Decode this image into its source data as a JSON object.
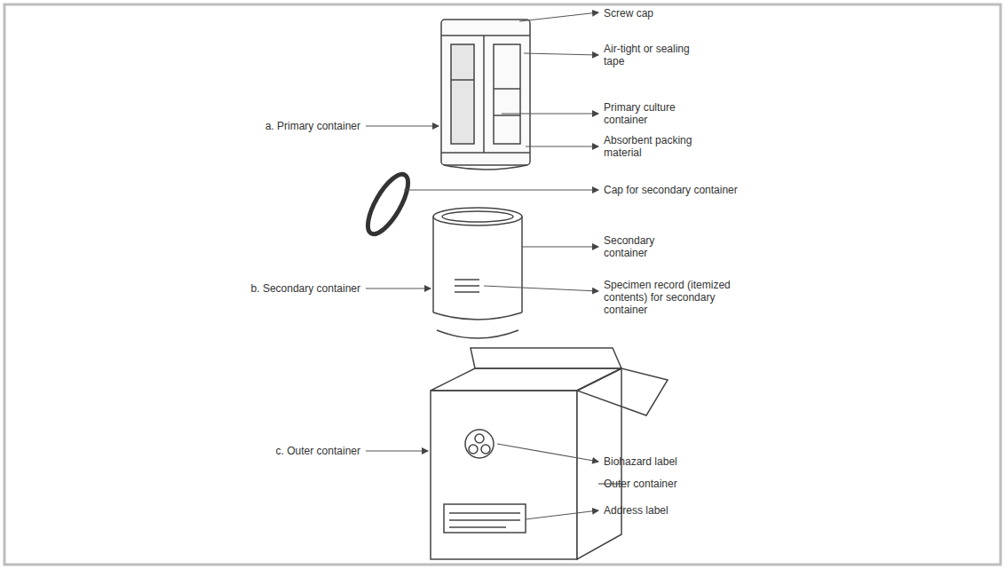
{
  "diagram": {
    "labels": [
      "Screw cap",
      "Air-tight or sealing tape",
      "a. Primary container",
      "Primary culture container",
      "Absorbent packing material",
      "Cap for secondary container",
      "Secondary container",
      "b. Secondary container",
      "Specimen record (itemized contents) for secondary container",
      "c. Outer container",
      "Biohazard label",
      "Outer container",
      "Address label"
    ]
  }
}
